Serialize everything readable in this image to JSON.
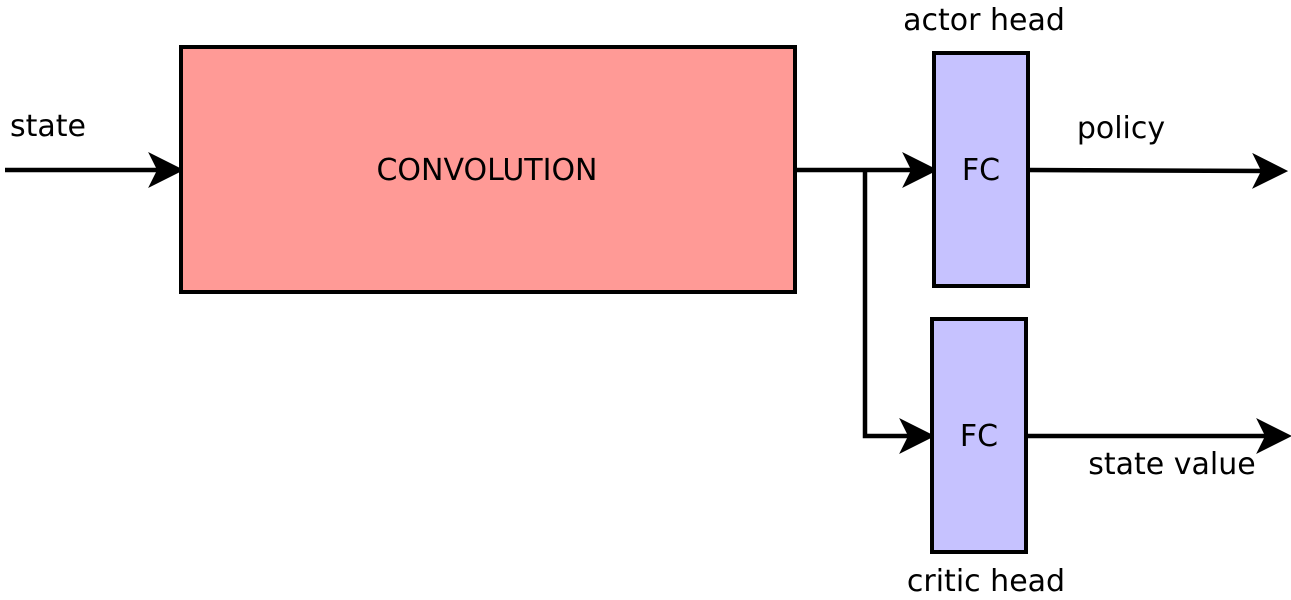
{
  "nodes": {
    "convolution": {
      "label": "CONVOLUTION",
      "fill": "#ff9a96"
    },
    "actor_fc": {
      "label": "FC",
      "fill": "#c6c2ff"
    },
    "critic_fc": {
      "label": "FC",
      "fill": "#c6c2ff"
    }
  },
  "labels": {
    "state": "state",
    "actor_head": "actor head",
    "critic_head": "critic head",
    "policy": "policy",
    "state_value": "state value"
  },
  "colors": {
    "stroke": "#000000",
    "background": "#ffffff"
  }
}
